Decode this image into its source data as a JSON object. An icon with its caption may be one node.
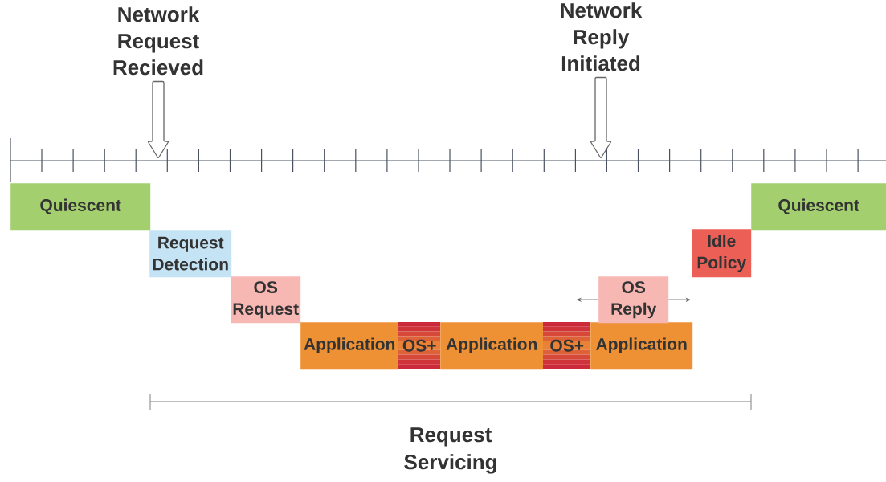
{
  "diagram": {
    "nodes": [
      {
        "text": [
          "Network Request Recieved"
        ]
      },
      {
        "text": [
          "Network Reply Initiated"
        ]
      },
      {
        "text": [
          "Quiescent"
        ]
      },
      {
        "text": [
          "Request Detection"
        ]
      },
      {
        "text": [
          "OS Request"
        ]
      },
      {
        "text": [
          "Application"
        ]
      },
      {
        "text": [
          "OS+"
        ]
      },
      {
        "text": [
          "Application"
        ]
      },
      {
        "text": [
          "OS+"
        ]
      },
      {
        "text": [
          "Application"
        ]
      },
      {
        "text": [
          "OS Reply"
        ]
      },
      {
        "text": [
          "Idle Policy"
        ]
      },
      {
        "text": [
          "Quiescent"
        ]
      }
    ],
    "edges": [
      {
        "from": 0,
        "to": null,
        "arrow": "to"
      },
      {
        "from": 1,
        "to": null,
        "arrow": "to"
      },
      {
        "from": 10,
        "to": null,
        "arrow": "to"
      },
      {
        "from": 10,
        "to": null,
        "arrow": "to"
      }
    ],
    "labels": [
      "Request Servicing"
    ]
  }
}
